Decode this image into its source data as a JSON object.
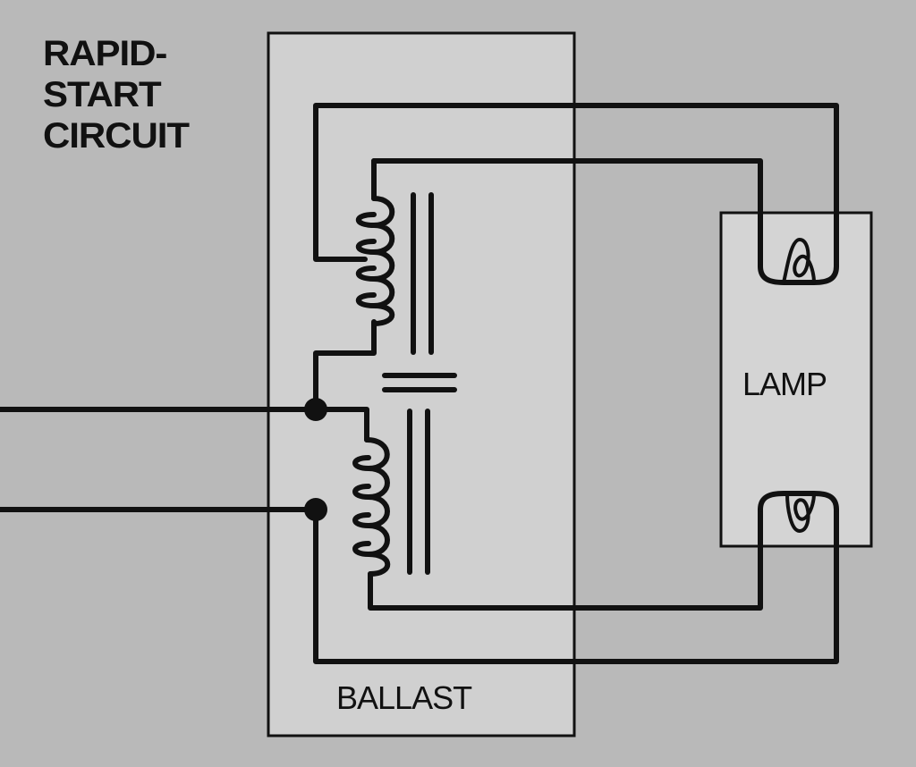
{
  "title": {
    "line1": "RAPID-",
    "line2": "START",
    "line3": "CIRCUIT"
  },
  "ballast": {
    "label": "BALLAST"
  },
  "lamp": {
    "label": "LAMP"
  },
  "colors": {
    "background": "#b9b9b9",
    "box_fill": "#d0d0d0",
    "stroke": "#111111"
  }
}
